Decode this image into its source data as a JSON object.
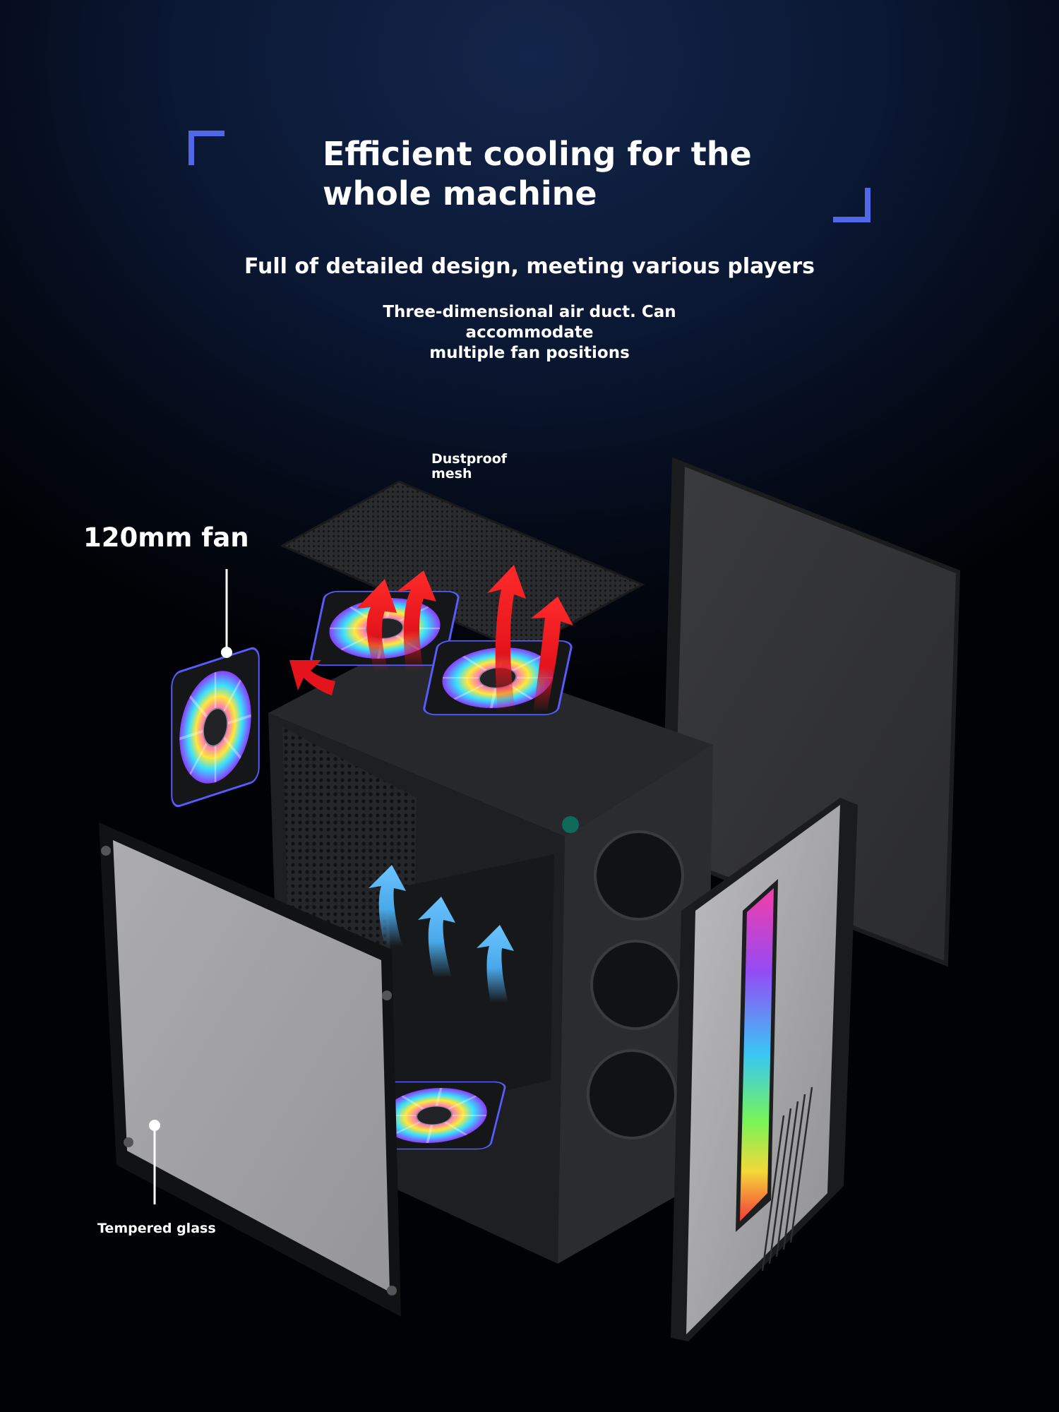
{
  "header": {
    "title_line1": "Efficient cooling for the",
    "title_line2": "whole machine",
    "subtitle": "Full of detailed design, meeting various players",
    "description_line1": "Three-dimensional air duct. Can accommodate",
    "description_line2": "multiple fan positions"
  },
  "callouts": {
    "fan": "120mm fan",
    "mesh_line1": "Dustproof",
    "mesh_line2": "mesh",
    "glass": "Tempered glass"
  },
  "colors": {
    "accent_corner": "#5067e8",
    "hot_air": "#e3141b",
    "cool_air": "#49a9ea",
    "case_body": "#1e1f22",
    "front_panel": "#a9a9ab"
  },
  "icons": {
    "corner_tl": "bracket-corner-icon",
    "corner_br": "bracket-corner-icon",
    "exhaust": "up-arrow-icon",
    "intake": "up-arrow-icon"
  }
}
